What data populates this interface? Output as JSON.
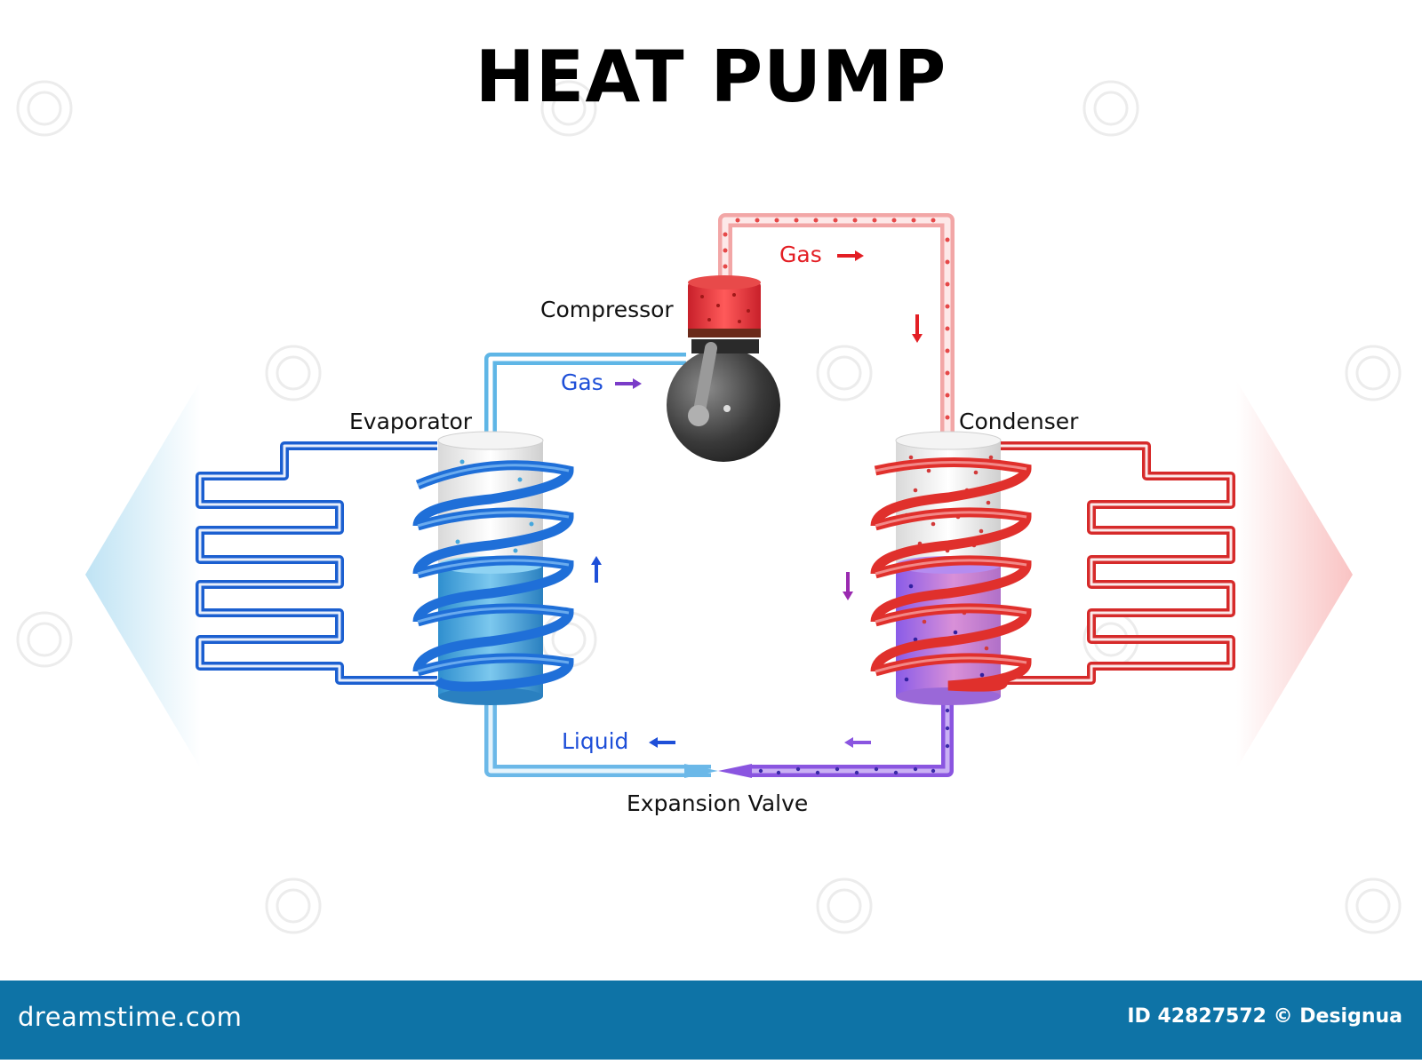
{
  "title": "HEAT PUMP",
  "labels": {
    "compressor": "Compressor",
    "evaporator": "Evaporator",
    "condenser": "Condenser",
    "expansion_valve": "Expansion Valve"
  },
  "flow_labels": {
    "gas_top": "Gas",
    "gas_left": "Gas",
    "liquid": "Liquid"
  },
  "colors": {
    "cold_pipe": "#1f6fd8",
    "cold_pipe_light": "#5fb6e6",
    "hot_pipe": "#e0302c",
    "hot_pipe_light": "#f2a6a6",
    "mixed_pipe": "#8a55e0",
    "flow_red": "#e31e24",
    "flow_blue": "#1e4fd8",
    "footer_bg": "#0e73a6"
  },
  "footer": {
    "logo": "dreamstime.com",
    "id_text": "ID 42827572 © Designua"
  }
}
